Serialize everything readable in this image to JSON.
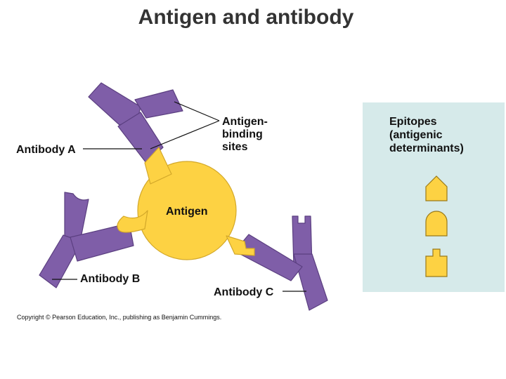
{
  "title": "Antigen and antibody",
  "labels": {
    "antibody_a": "Antibody A",
    "antibody_b": "Antibody B",
    "antibody_c": "Antibody C",
    "antigen": "Antigen",
    "binding_sites_line1": "Antigen-",
    "binding_sites_line2": "binding",
    "binding_sites_line3": "sites"
  },
  "epitopes": {
    "title": "Epitopes\n(antigenic\ndeterminants)"
  },
  "copyright": "Copyright © Pearson Education, Inc., publishing as Benjamin Cummings.",
  "colors": {
    "antibody": "#7f5ea8",
    "antigen": "#fdd243",
    "panel": "#d6eaea"
  }
}
